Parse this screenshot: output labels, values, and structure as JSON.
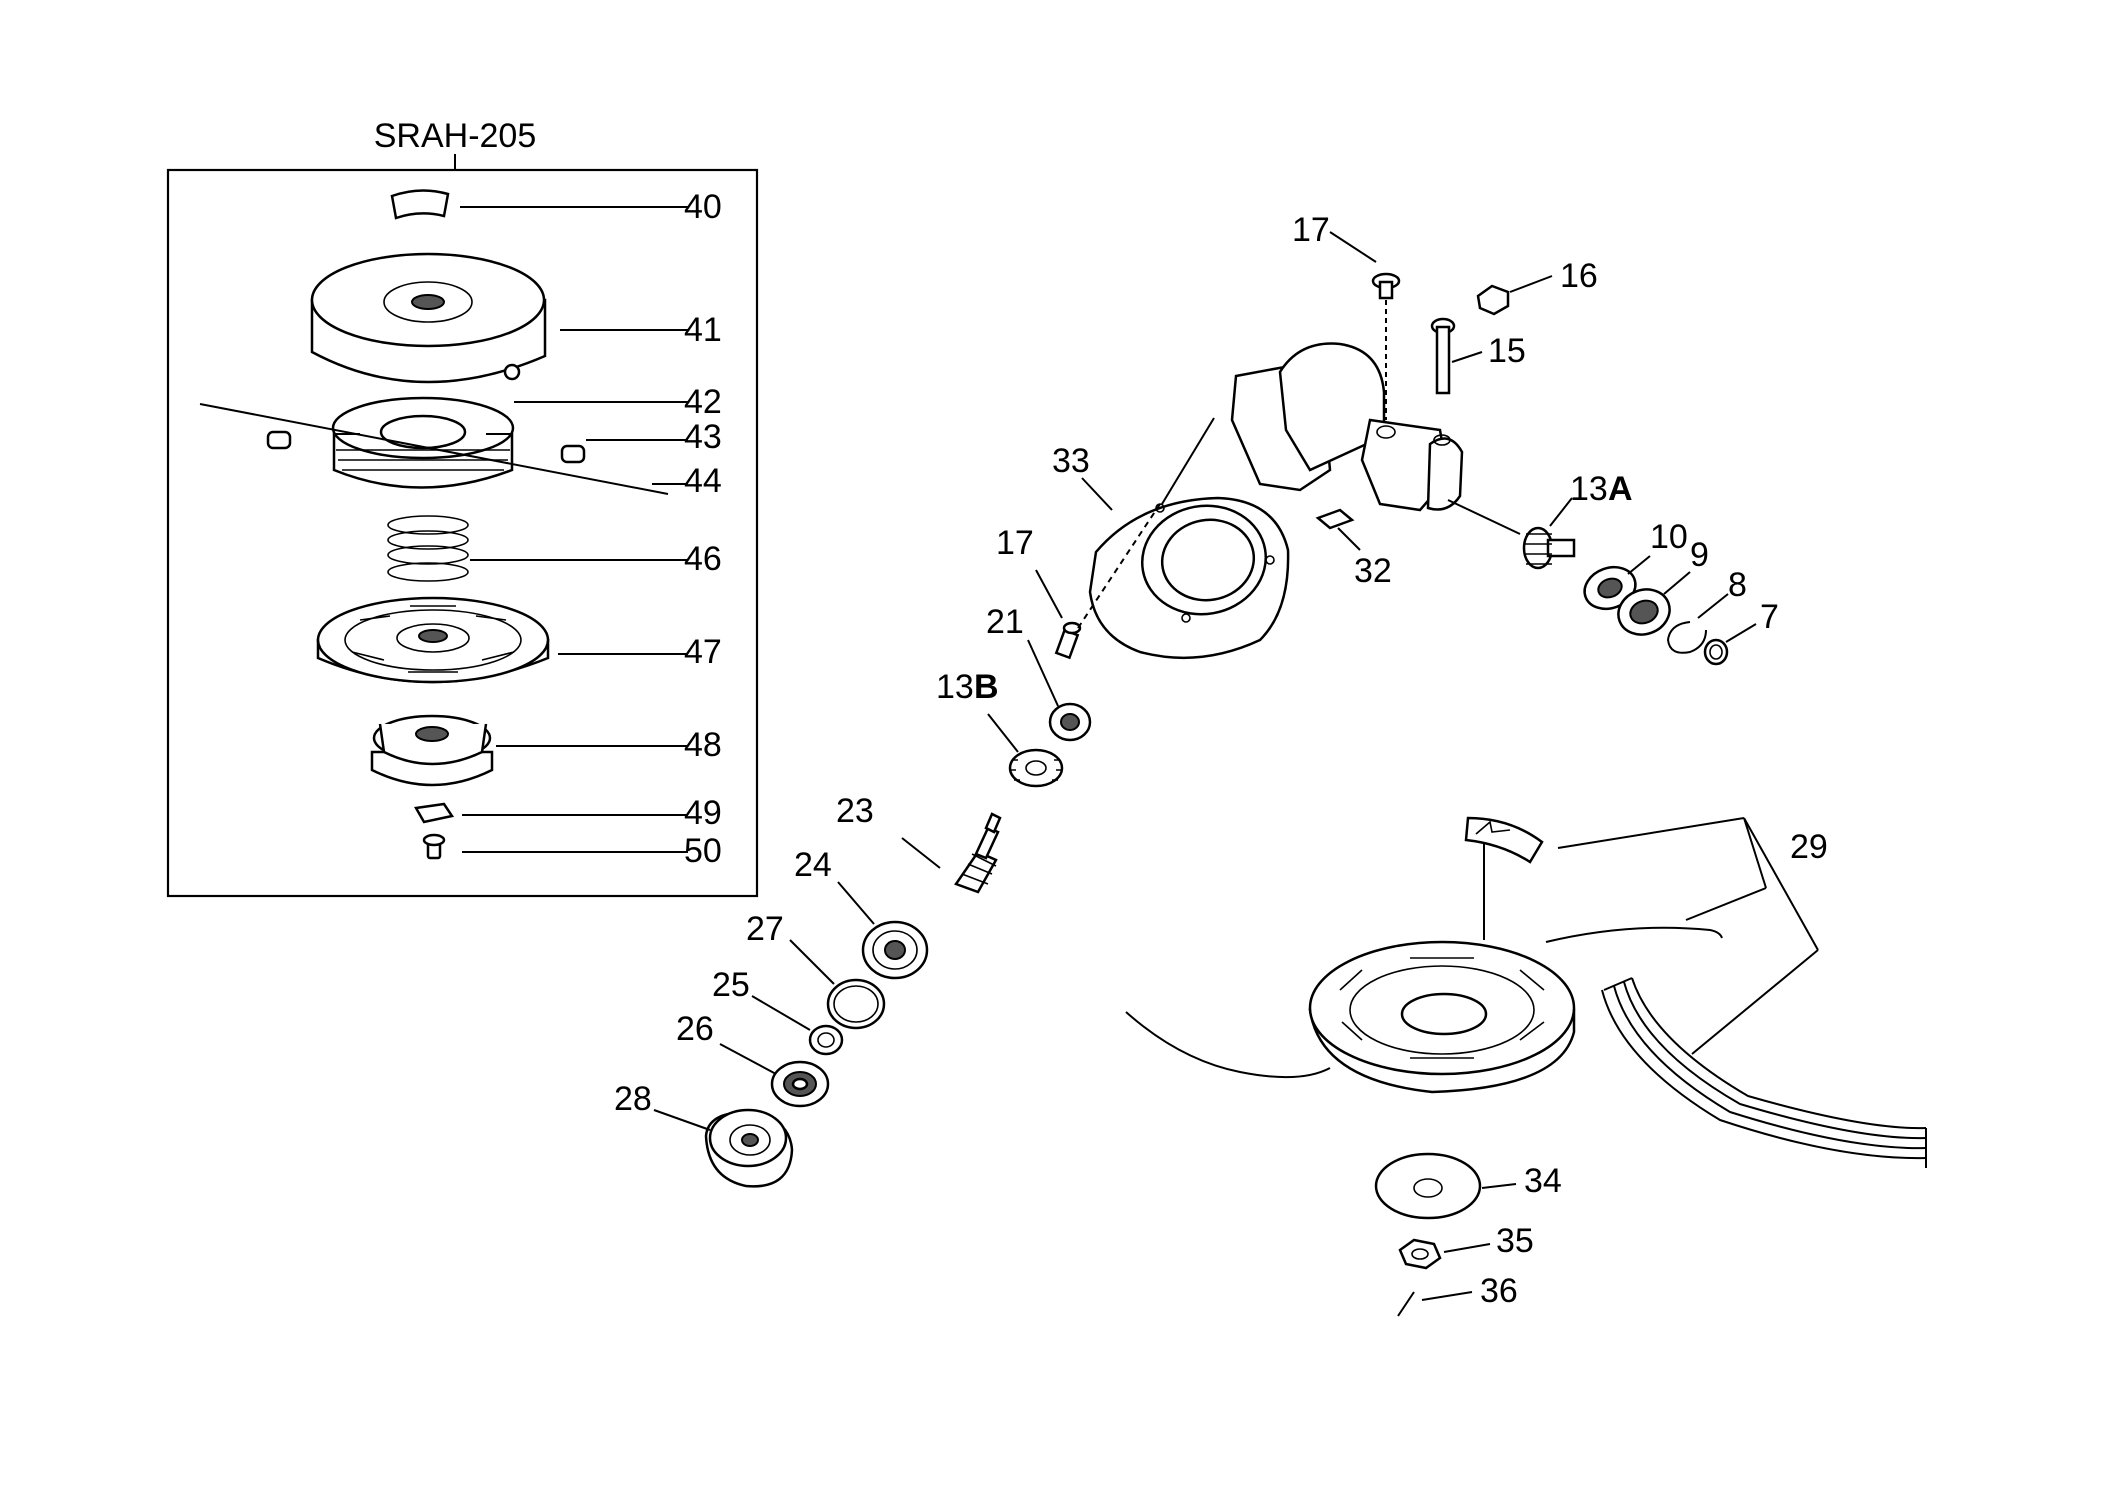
{
  "diagram": {
    "inset_title": "SRAH-205",
    "labels": {
      "p40": "40",
      "p41": "41",
      "p42": "42",
      "p43": "43",
      "p44": "44",
      "p46": "46",
      "p47": "47",
      "p48": "48",
      "p49": "49",
      "p50": "50",
      "p17a": "17",
      "p16": "16",
      "p15": "15",
      "p33": "33",
      "p13a_num": "13",
      "p13a_suffix": "A",
      "p10": "10",
      "p9": "9",
      "p8": "8",
      "p7": "7",
      "p32": "32",
      "p17b": "17",
      "p21": "21",
      "p13b_num": "13",
      "p13b_suffix": "B",
      "p23": "23",
      "p24": "24",
      "p27": "27",
      "p25": "25",
      "p26": "26",
      "p28": "28",
      "p29": "29",
      "p34": "34",
      "p35": "35",
      "p36": "36"
    }
  }
}
